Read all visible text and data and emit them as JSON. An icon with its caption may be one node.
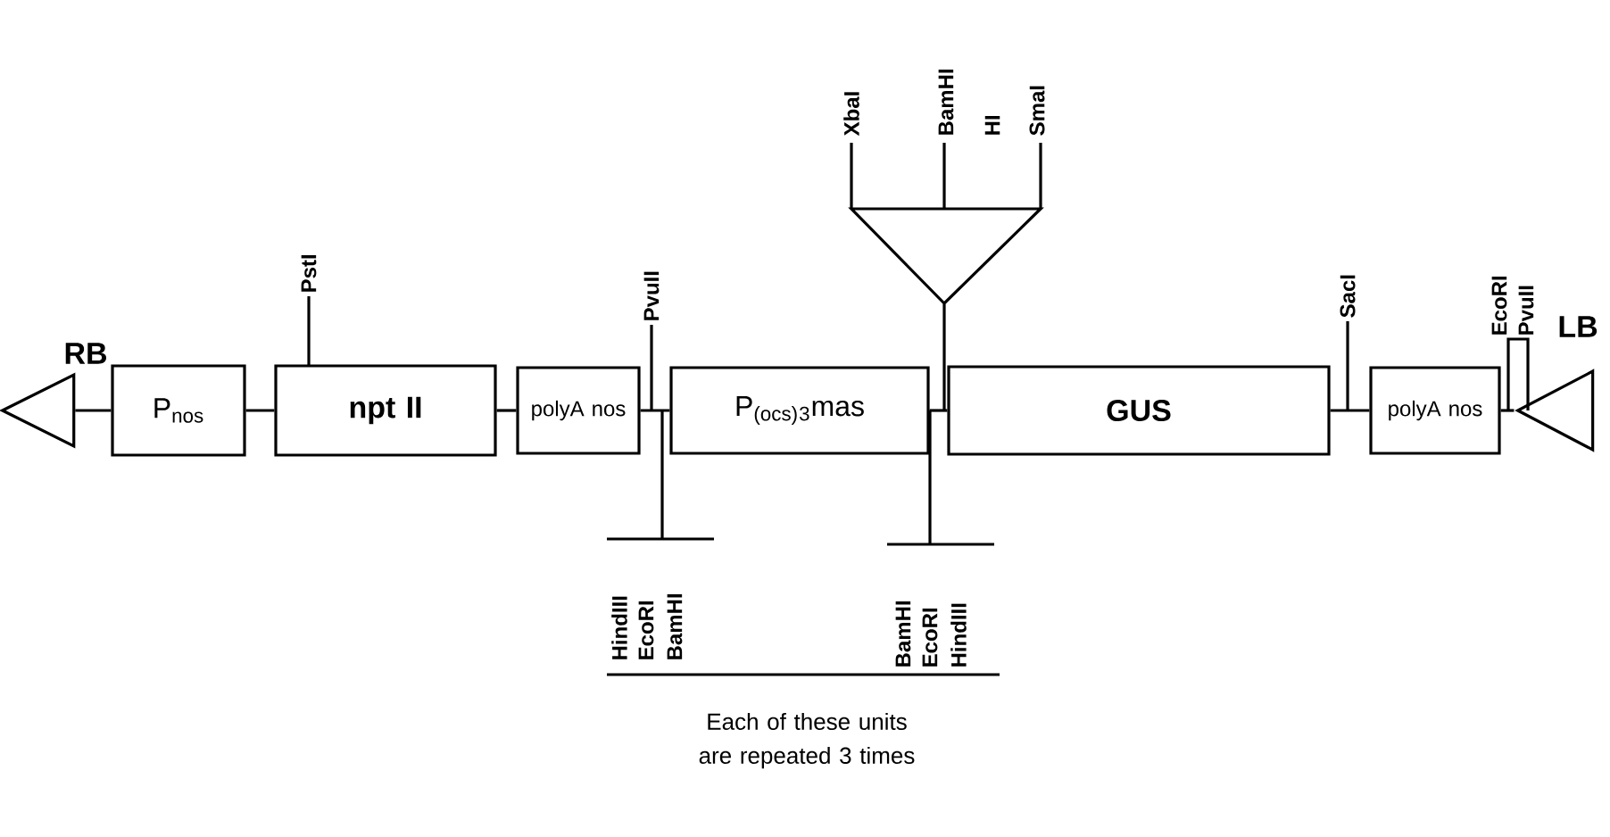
{
  "diagram": {
    "nodes": [
      {
        "text": [],
        "shape": "triangle",
        "beside": [
          "RB"
        ]
      },
      {
        "text": [
          "P$_{nos}$"
        ]
      },
      {
        "text": [
          "npt II"
        ]
      },
      {
        "text": [
          "polyA nos"
        ]
      },
      {
        "text": [
          "P$_{(ocs)}$$_{3}$mas"
        ]
      },
      {
        "text": [
          "GUS"
        ]
      },
      {
        "text": [
          "polyA nos"
        ]
      },
      {
        "text": [],
        "shape": "triangle",
        "beside": [
          "LB"
        ]
      }
    ],
    "edges": [
      {
        "from": 0,
        "to": 1,
        "arrow": "none"
      },
      {
        "from": 1,
        "to": 2,
        "arrow": "none"
      },
      {
        "from": 2,
        "to": 3,
        "arrow": "none"
      },
      {
        "from": 3,
        "to": 4,
        "arrow": "none"
      },
      {
        "from": 4,
        "to": 5,
        "arrow": "none"
      },
      {
        "from": 5,
        "to": 6,
        "arrow": "none"
      },
      {
        "from": 6,
        "to": 7,
        "arrow": "none"
      }
    ],
    "labels": [
      "XbaI",
      "BamHI",
      "HI",
      "SmaI",
      "PstI",
      "PvuII",
      "SacI",
      "EcoRI",
      "PvuII",
      "HindIII",
      "EcoRI",
      "BamHI",
      "BamHI",
      "EcoRI",
      "HindIII",
      "Each of these units are repeated 3 times"
    ]
  }
}
